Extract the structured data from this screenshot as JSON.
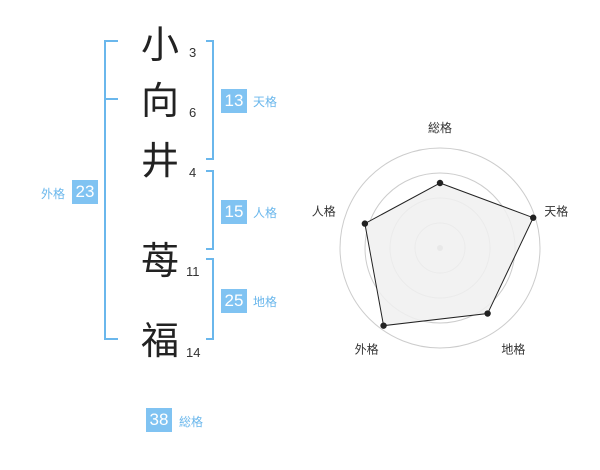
{
  "name": {
    "chars": [
      {
        "char": "小",
        "strokes": "3"
      },
      {
        "char": "向",
        "strokes": "6"
      },
      {
        "char": "井",
        "strokes": "4"
      },
      {
        "char": "苺",
        "strokes": "11"
      },
      {
        "char": "福",
        "strokes": "14"
      }
    ]
  },
  "fortune": {
    "tenkaku": {
      "value": "13",
      "label": "天格"
    },
    "jinkaku": {
      "value": "15",
      "label": "人格"
    },
    "chikaku": {
      "value": "25",
      "label": "地格"
    },
    "gaikaku": {
      "value": "23",
      "label": "外格"
    },
    "soukaku": {
      "value": "38",
      "label": "総格"
    }
  },
  "chart_data": {
    "type": "radar",
    "axes": [
      "総格",
      "天格",
      "地格",
      "外格",
      "人格"
    ],
    "values": [
      0.65,
      0.98,
      0.81,
      0.96,
      0.79
    ],
    "range": [
      0,
      1
    ],
    "rings": 4
  },
  "colors": {
    "accent": "#80c3f2",
    "bracket": "#6ab7ec",
    "radar_fill": "#f0f0f0",
    "radar_line": "#222222",
    "grid": "#cccccc"
  }
}
